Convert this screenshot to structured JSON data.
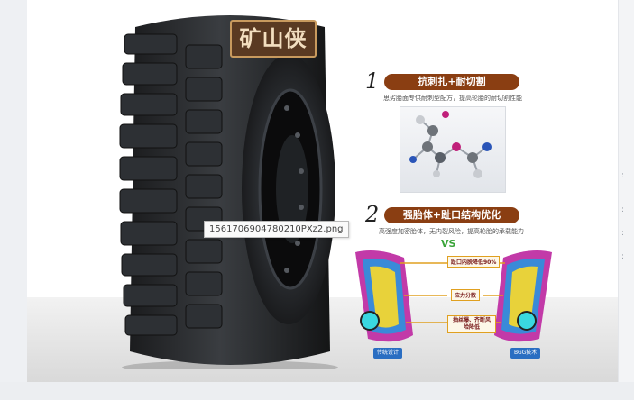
{
  "brand": {
    "logo_text": "矿山侠"
  },
  "features": [
    {
      "number": "1",
      "title": "抗刺扎+耐切割",
      "desc": "思劣胎面专供耐刺型配方，提高轮胎的耐切割性能"
    },
    {
      "number": "2",
      "title": "强胎体+趾口结构优化",
      "desc": "高强度加密胎体，无内裂风险，提高轮胎的承载能力"
    }
  ],
  "diagram": {
    "vs_label": "VS",
    "labels": [
      "趾口内脱降低90%",
      "应力分散",
      "抽丝爆、齐断风险降低"
    ],
    "left_caption": "传统设计",
    "right_caption": "BGG技术"
  },
  "tooltip": {
    "filename": "1561706904780210PXz2.png"
  },
  "side_glyphs": [
    ":",
    ":",
    ":",
    ":"
  ],
  "colors": {
    "pill": "#8a3e12",
    "logo_bg": "#5a3a22",
    "caption": "#2a6ec2",
    "vs": "#3aa43a"
  }
}
